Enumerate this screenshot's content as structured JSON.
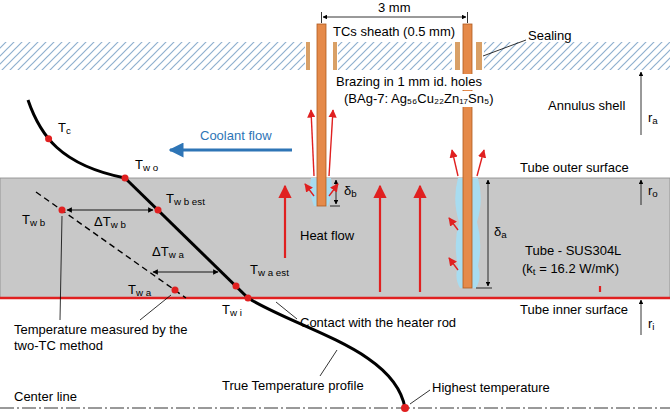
{
  "diagram": {
    "labels": [
      "3 mm",
      "TCs sheath (0.5 mm)",
      "Sealing",
      "Brazing in 1 mm id. holes",
      "(BAg-7: Ag₅₆Cu₂₂Zn₁₇Sn₅)",
      "Annulus shell",
      "ra",
      "Tc",
      "Coolant flow",
      "Tw o",
      "Tube outer surface",
      "ro",
      "Tw b",
      "Tw b est",
      "δb",
      "ΔTw b",
      "Heat flow",
      "δa",
      "ΔTw a",
      "Tube - SUS304L",
      "(kt = 16.2 W/mK)",
      "Tw a est",
      "Tw a",
      "Tube inner surface",
      "Tw i",
      "Temperature measured by the two-TC method",
      "Contact with the heater rod",
      "ri",
      "True Temperature profile",
      "Highest temperature",
      "Center line"
    ]
  }
}
